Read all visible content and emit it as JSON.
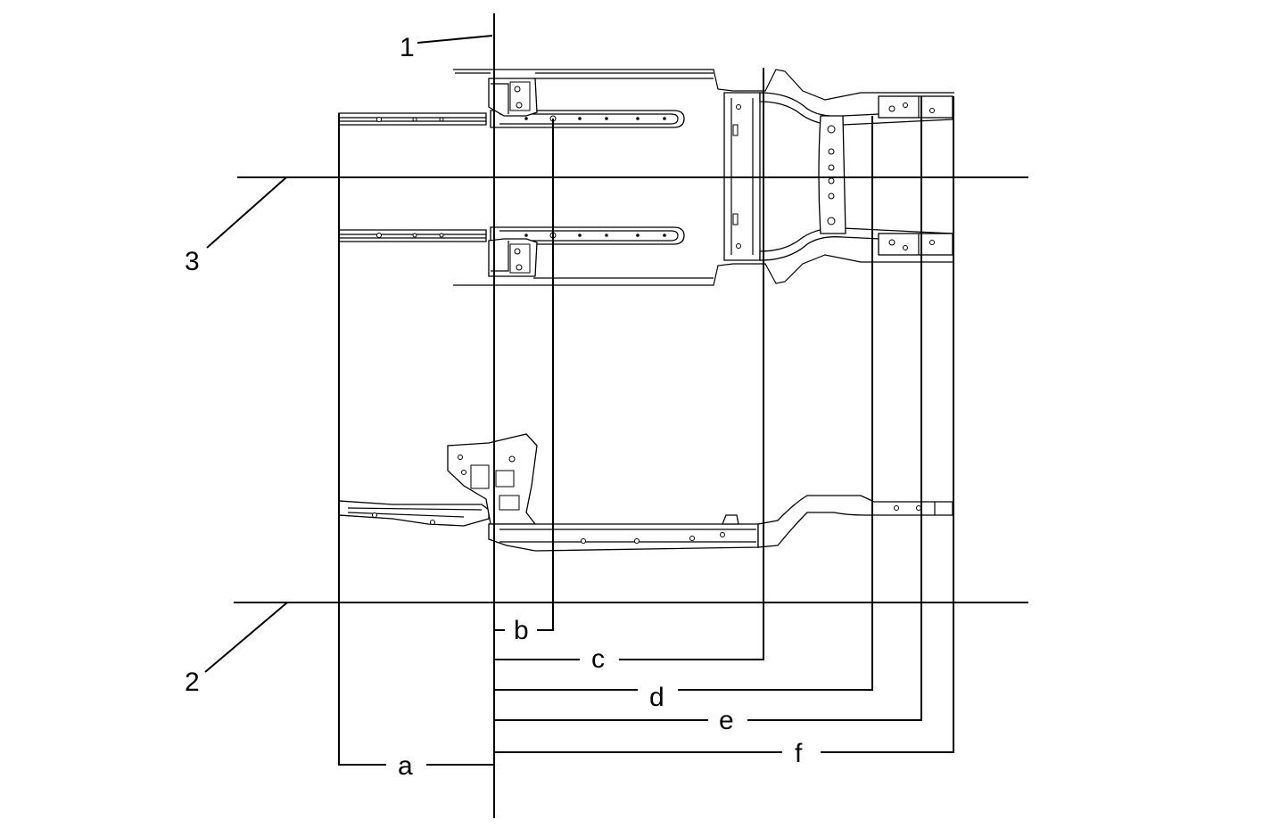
{
  "callouts": {
    "line_1": "1",
    "line_2": "2",
    "line_3": "3"
  },
  "dimensions": {
    "a": "a",
    "b": "b",
    "c": "c",
    "d": "d",
    "e": "e",
    "f": "f"
  },
  "colors": {
    "stroke": "#000000",
    "background": "#ffffff"
  }
}
